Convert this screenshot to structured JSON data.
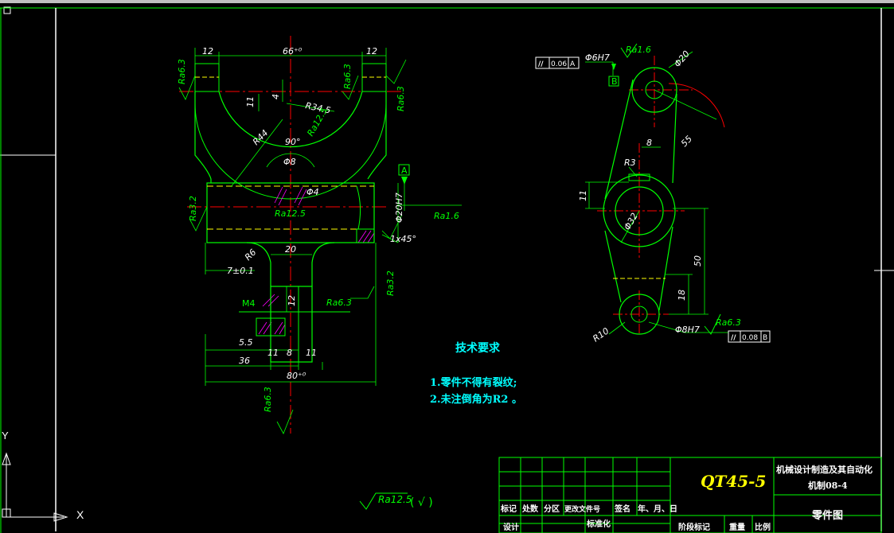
{
  "colors": {
    "background": "#000000",
    "outline": "#ffffff",
    "centerline": "#ff0000",
    "dimension": "#00ff00",
    "hidden": "#ffff00",
    "hatch": "#ff00ff",
    "tech_text": "#00ffff",
    "title_yellow": "#ffff00"
  },
  "front_view": {
    "dims": {
      "d12_left": "12",
      "d66": "66⁺⁰",
      "d12_right": "12",
      "d11": "11",
      "d4": "4",
      "r34_5": "R34.5",
      "r44": "R44",
      "ang90": "90°",
      "phi8": "Φ8",
      "phi4": "Φ4",
      "phi20h7": "Φ20H7",
      "chamfer": "1x45°",
      "r6": "R6",
      "d20": "20",
      "d7": "7±0.1",
      "m4": "M4",
      "d12_mid": "12",
      "d5_5": "5.5",
      "d11_a": "11",
      "d8": "8",
      "d11_b": "11",
      "d36": "36",
      "d80": "80⁺⁰"
    },
    "roughness": {
      "ra63_topleft": "Ra6.3",
      "ra63_topmid": "Ra6.3",
      "ra63_right": "Ra6.3",
      "ra125_top": "Ra12.5",
      "ra32_left": "Ra3.2",
      "ra125_mid": "Ra12.5",
      "ra16_right": "Ra1.6",
      "ra32_low": "Ra3.2",
      "ra63_mid": "Ra6.3",
      "ra63_bottom": "Ra6.3"
    },
    "datum_a": "A"
  },
  "side_view": {
    "tol_top": {
      "symbol": "//",
      "value": "0.06",
      "datum": "A"
    },
    "phi6h7": "Φ6H7",
    "ra16": "Ra1.6",
    "datum_b": "B",
    "phi20": "Φ20",
    "d55": "55",
    "d8": "8",
    "r3": "R3",
    "d11": "11",
    "phi32": "Φ32",
    "d50": "50",
    "d18": "18",
    "r10": "R10",
    "phi8h7": "Φ8H7",
    "ra63": "Ra6.3",
    "tol_bottom": {
      "symbol": "//",
      "value": "0.08",
      "datum": "B"
    }
  },
  "tech_requirements": {
    "title": "技术要求",
    "items": [
      "1.零件不得有裂纹;",
      "2.未注倒角为R2 。"
    ]
  },
  "general_roughness": {
    "value": "Ra12.5",
    "paren": "( √ )"
  },
  "ucs": {
    "y_label": "Y",
    "x_label": "X"
  },
  "title_block": {
    "material": "QT45-5",
    "school_line1": "机械设计制造及其自动化",
    "school_line2": "机制08-4",
    "drawing_name": "零件图",
    "headers": [
      "标记",
      "处数",
      "分区",
      "更改文件号",
      "签名",
      "年、月、日"
    ],
    "row_labels": [
      "设计",
      "标准化",
      "阶段标记",
      "重量",
      "比例"
    ]
  }
}
